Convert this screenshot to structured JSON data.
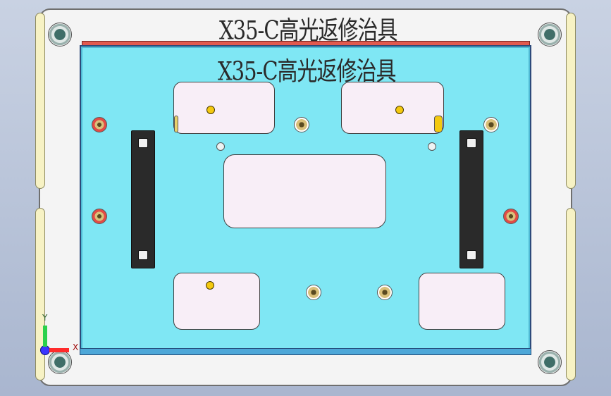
{
  "fixture": {
    "title": "X35-C高光返修治具",
    "plate_title": "X35-C高光返修治具"
  },
  "triad": {
    "y_label": "Y",
    "x_label": "X"
  },
  "colors": {
    "plate": "#7fe7f4",
    "plate_edge": "#2d4a7a",
    "red_strip": "#e25a4f",
    "pocket": "#f8eef7",
    "dot": "#f4c90f",
    "clamp": "#2a2a2a"
  }
}
